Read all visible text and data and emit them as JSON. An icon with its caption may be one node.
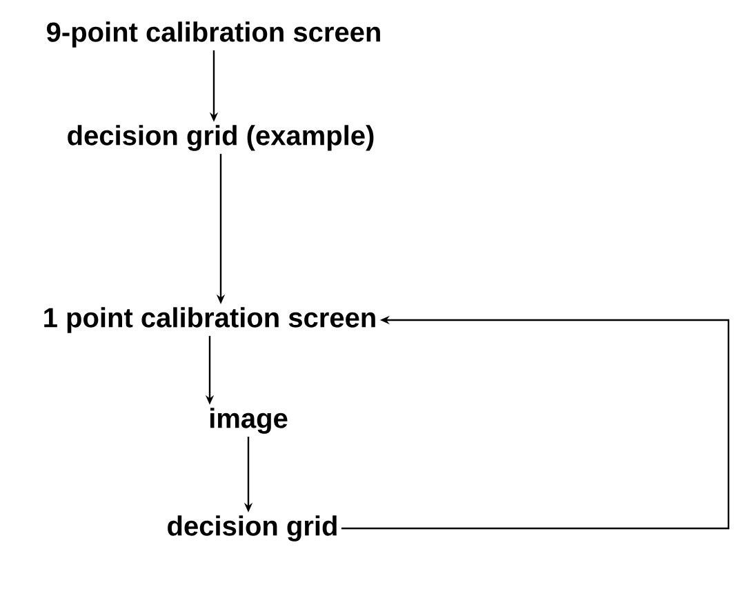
{
  "diagram": {
    "nodes": [
      {
        "text": [
          "9-point calibration screen"
        ]
      },
      {
        "text": [
          "decision grid (example)"
        ]
      },
      {
        "text": [
          "1 point calibration screen"
        ]
      },
      {
        "text": [
          "image"
        ]
      },
      {
        "text": [
          "decision grid"
        ]
      }
    ],
    "edges": [
      {
        "from": 0,
        "to": 1,
        "arrow": "to"
      },
      {
        "from": 1,
        "to": 2,
        "arrow": "to"
      },
      {
        "from": 2,
        "to": 3,
        "arrow": "to"
      },
      {
        "from": 3,
        "to": 4,
        "arrow": "to"
      },
      {
        "from": 4,
        "to": 2,
        "arrow": "to"
      }
    ]
  }
}
